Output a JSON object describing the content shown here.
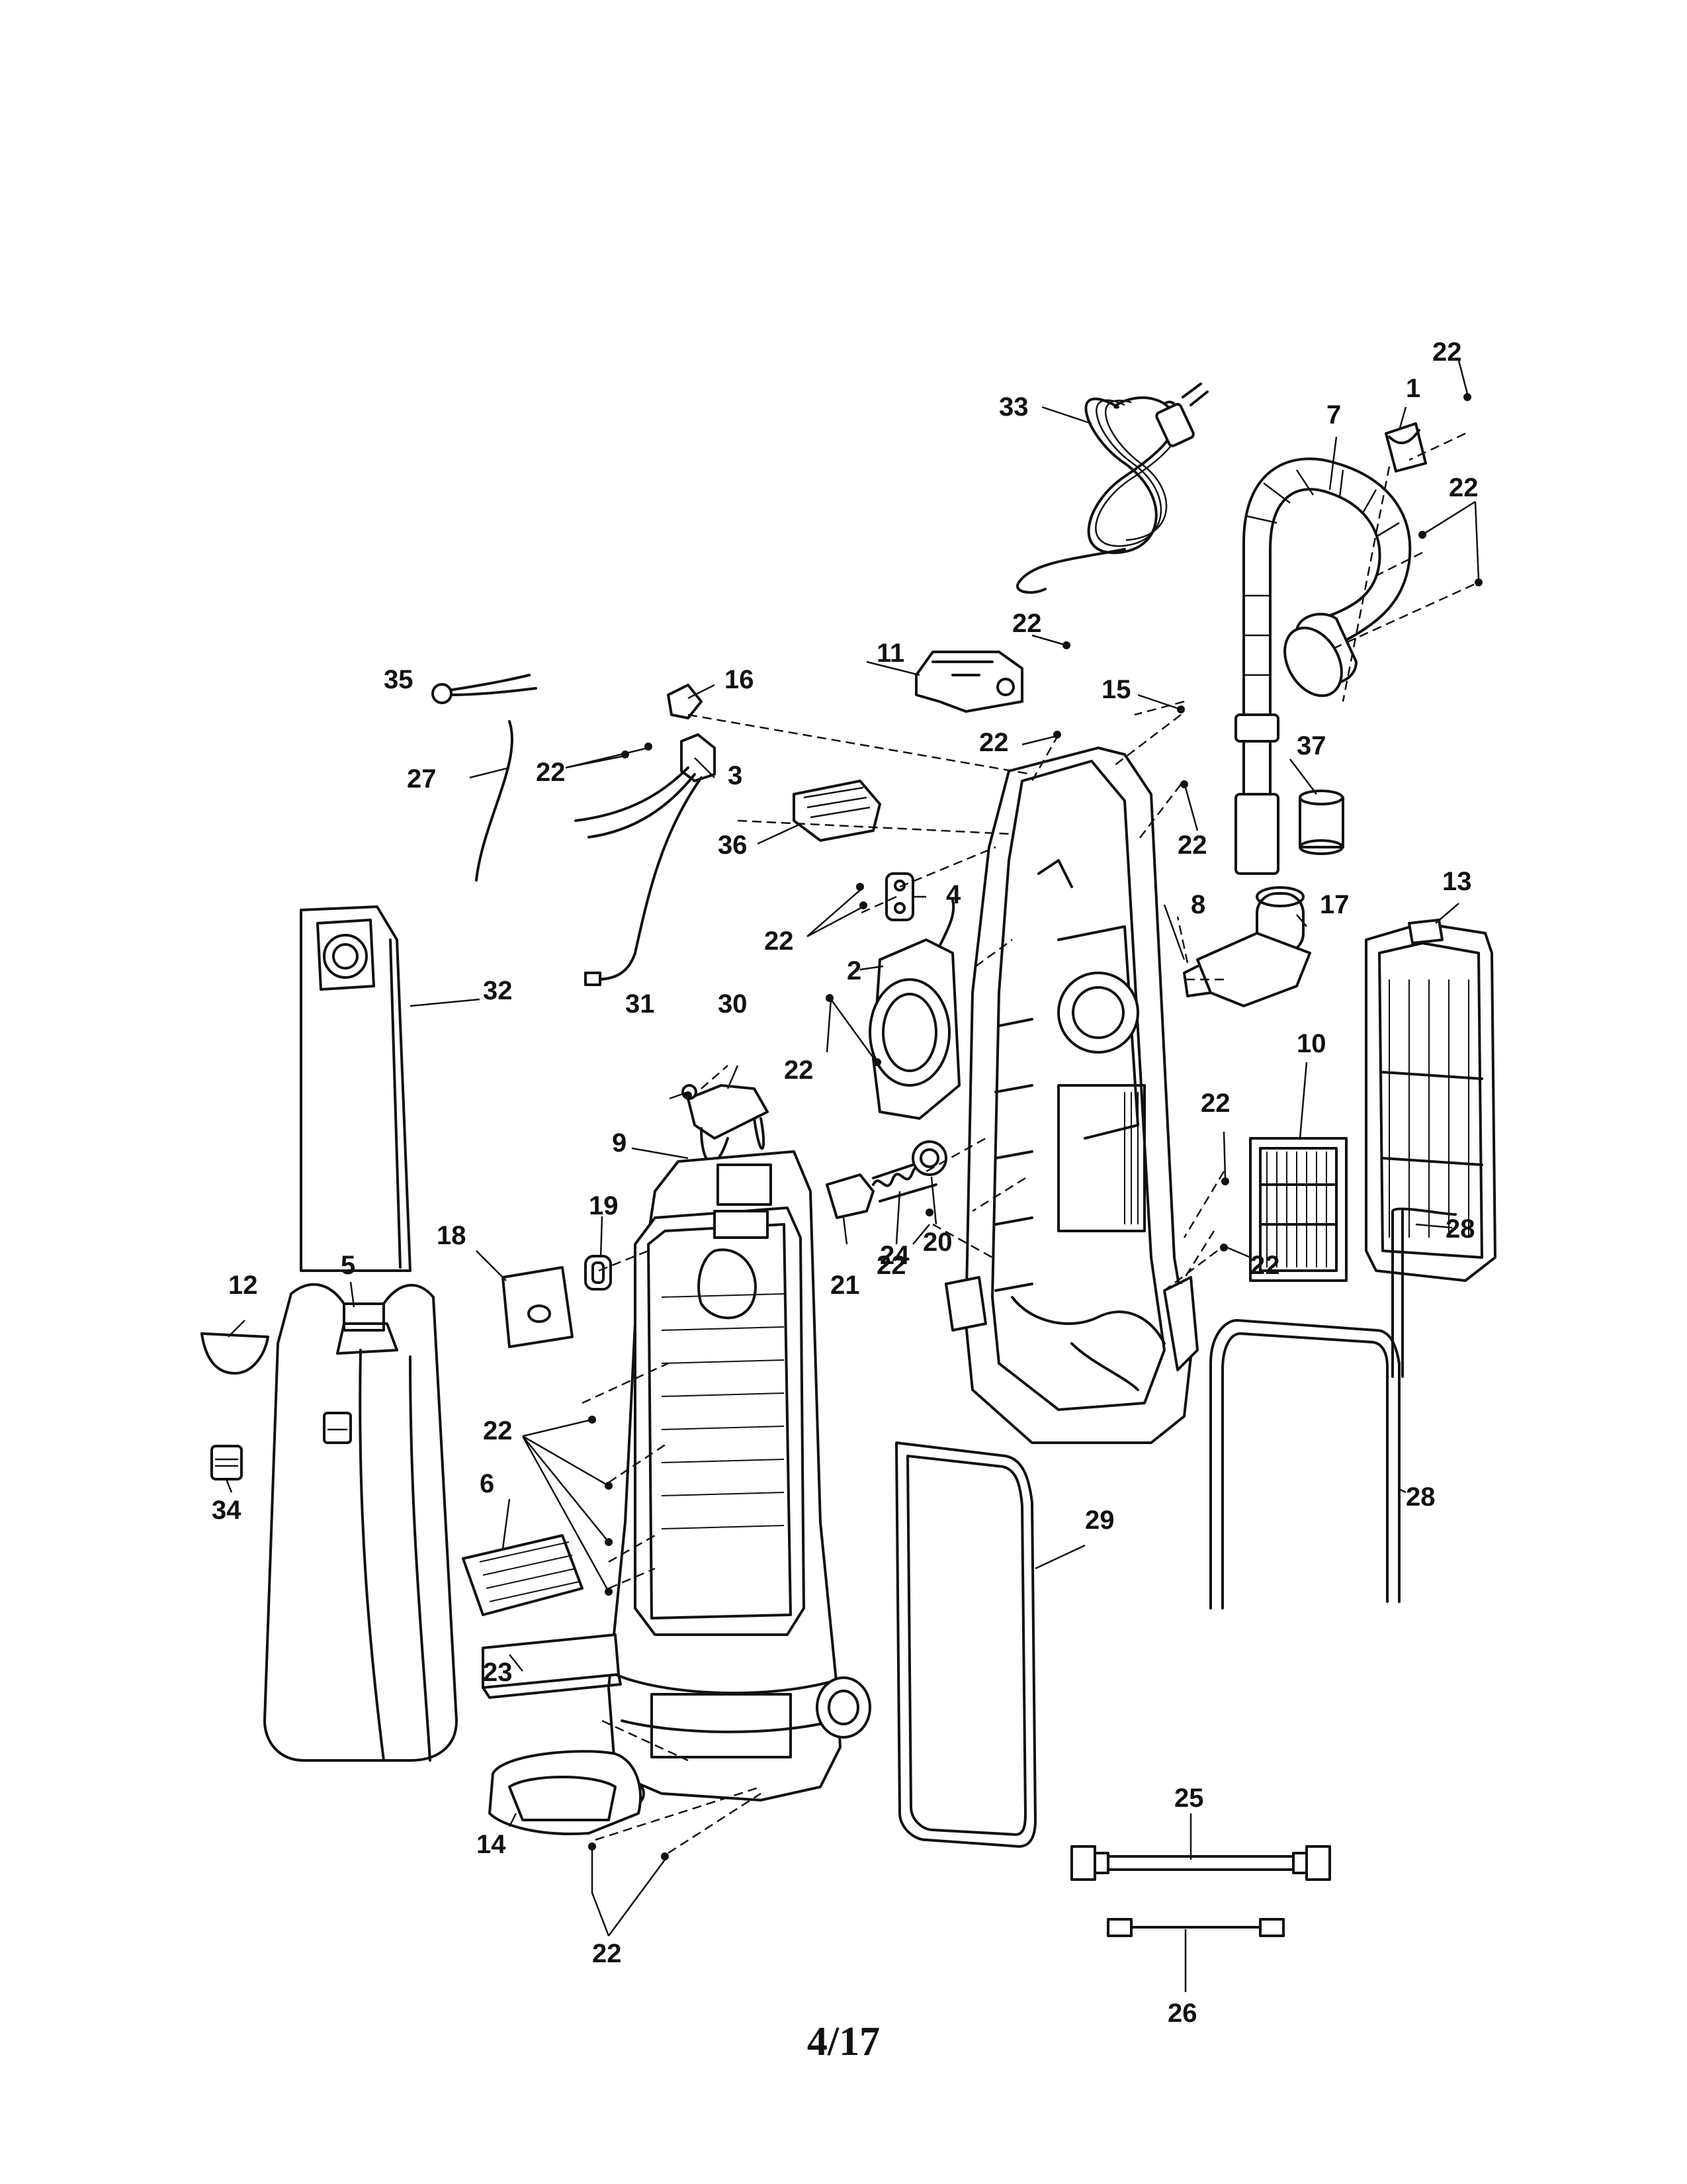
{
  "page": {
    "number": "4/17"
  },
  "callouts": {
    "c1": "1",
    "c2": "2",
    "c3": "3",
    "c4": "4",
    "c5": "5",
    "c6": "6",
    "c7": "7",
    "c8": "8",
    "c9": "9",
    "c10": "10",
    "c11": "11",
    "c12": "12",
    "c13": "13",
    "c14": "14",
    "c15": "15",
    "c16": "16",
    "c17": "17",
    "c18": "18",
    "c19": "19",
    "c20": "20",
    "c21": "21",
    "c22": "22",
    "c23": "23",
    "c24": "24",
    "c25": "25",
    "c26": "26",
    "c27": "27",
    "c28": "28",
    "c29": "29",
    "c30": "30",
    "c31": "31",
    "c32": "32",
    "c33": "33",
    "c34": "34",
    "c35": "35",
    "c36": "36",
    "c37": "37"
  }
}
